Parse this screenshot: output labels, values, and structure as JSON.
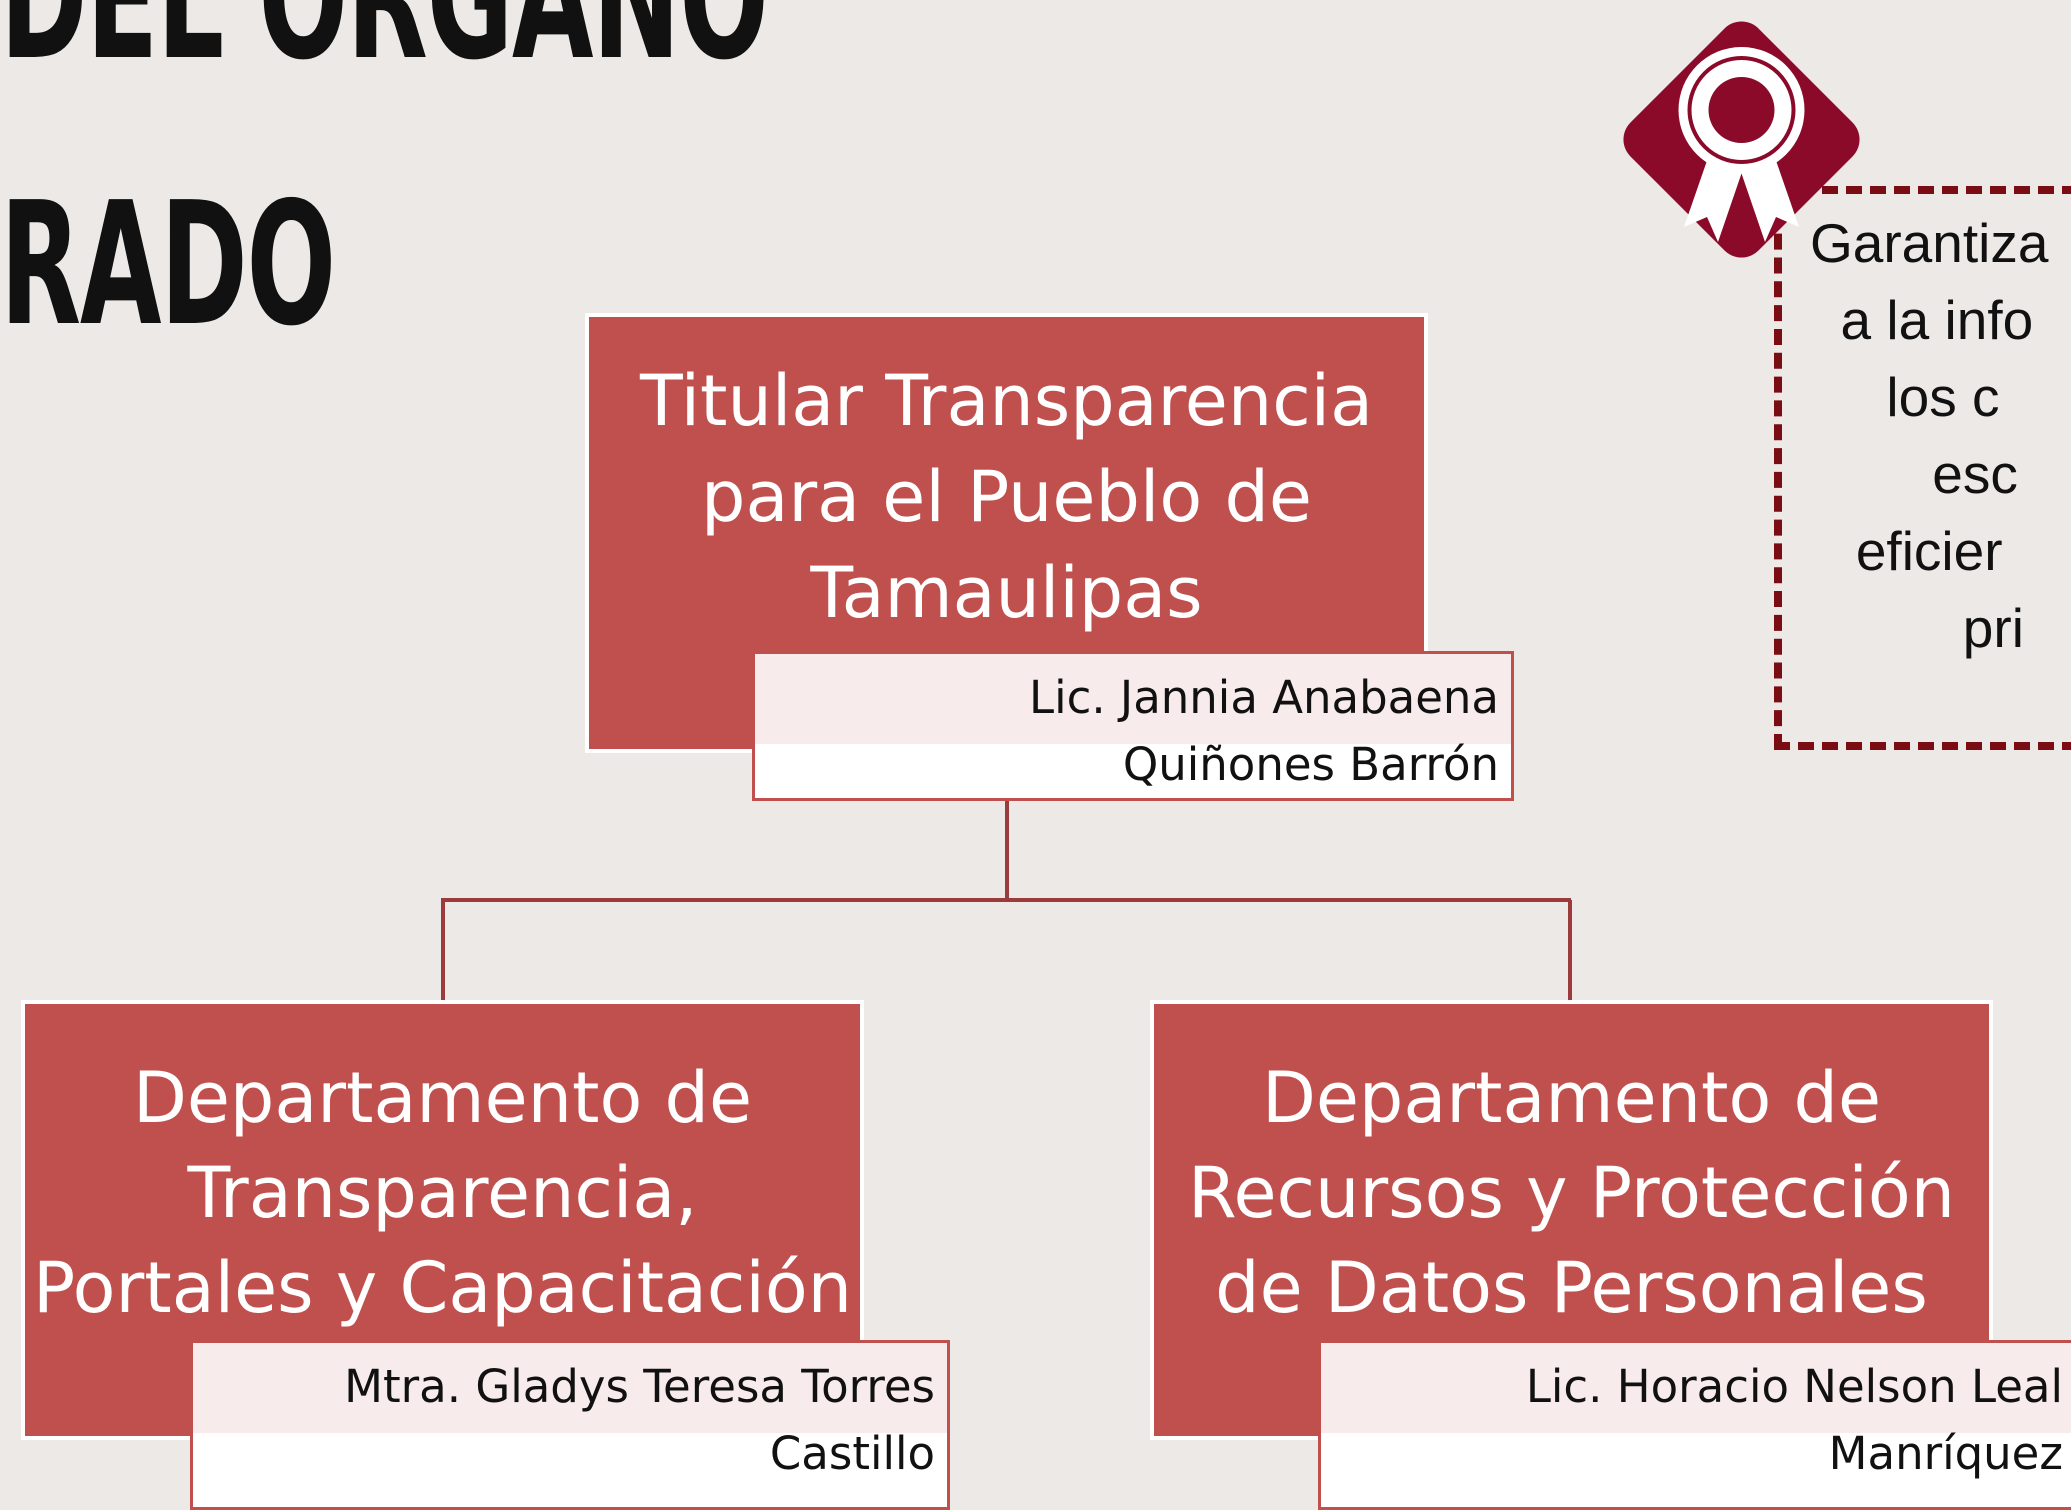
{
  "header": {
    "title_line_1": "DEL ÓRGANO",
    "title_line_2": "RADO"
  },
  "org_chart": {
    "head": {
      "title": "Titular Transparencia\npara el Pueblo de\nTamaulipas",
      "name": "Lic. Jannia  Anabaena\nQuiñones Barrón"
    },
    "departments": [
      {
        "title": "Departamento de\nTransparencia,\nPortales y Capacitación",
        "name": "Mtra. Gladys Teresa Torres\nCastillo"
      },
      {
        "title": "Departamento de\nRecursos y Protección\nde Datos Personales",
        "name": "Lic. Horacio Nelson Leal\nManríquez"
      }
    ]
  },
  "mission": {
    "lines": [
      "Garantiza",
      "  a la info",
      "     los c",
      "        esc",
      "   eficier",
      "          pri"
    ]
  },
  "colors": {
    "box": "#c0504d",
    "accent": "#8b0a2a",
    "dashed": "#7a0c14",
    "background": "#ede9e6"
  },
  "icons": {
    "badge": "award-ribbon-icon"
  }
}
